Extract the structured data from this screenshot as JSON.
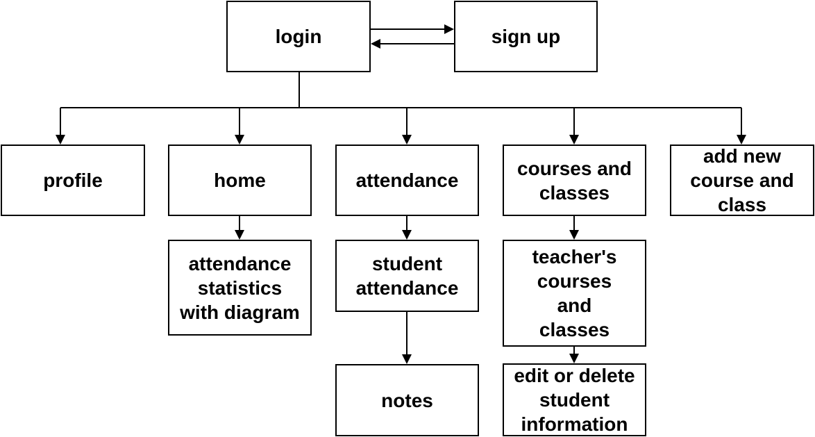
{
  "nodes": {
    "login": "login",
    "sign_up": "sign up",
    "profile": "profile",
    "home": "home",
    "attendance": "attendance",
    "courses_and_classes": "courses and\nclasses",
    "add_new_course_and_class": "add new\ncourse and\nclass",
    "attendance_statistics_with_diagram": "attendance\nstatistics\nwith diagram",
    "student_attendance": "student\nattendance",
    "notes": "notes",
    "teachers_courses_and_classes": "teacher's\ncourses\nand\nclasses",
    "edit_or_delete_student_information": "edit or delete\nstudent\ninformation"
  },
  "edges": [
    {
      "from": "login",
      "to": "sign_up"
    },
    {
      "from": "sign_up",
      "to": "login"
    },
    {
      "from": "login",
      "to": "profile"
    },
    {
      "from": "login",
      "to": "home"
    },
    {
      "from": "login",
      "to": "attendance"
    },
    {
      "from": "login",
      "to": "courses_and_classes"
    },
    {
      "from": "login",
      "to": "add_new_course_and_class"
    },
    {
      "from": "home",
      "to": "attendance_statistics_with_diagram"
    },
    {
      "from": "attendance",
      "to": "student_attendance"
    },
    {
      "from": "student_attendance",
      "to": "notes"
    },
    {
      "from": "courses_and_classes",
      "to": "teachers_courses_and_classes"
    },
    {
      "from": "teachers_courses_and_classes",
      "to": "edit_or_delete_student_information"
    }
  ],
  "colors": {
    "stroke": "#000000",
    "background": "#ffffff",
    "text": "#000000"
  }
}
